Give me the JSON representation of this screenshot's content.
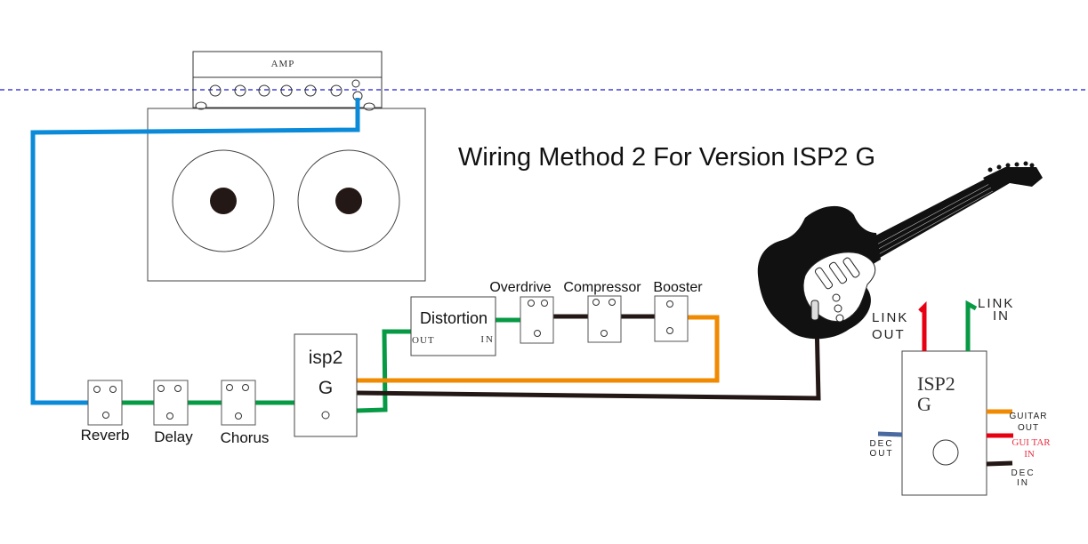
{
  "title": "Wiring Method 2 For Version ISP2 G",
  "amp": {
    "label": "AMP"
  },
  "pedals": {
    "reverb": "Reverb",
    "delay": "Delay",
    "chorus": "Chorus",
    "overdrive": "Overdrive",
    "compressor": "Compressor",
    "booster": "Booster"
  },
  "distortion": {
    "label": "Distortion",
    "out": "OUT",
    "in": "IN"
  },
  "isp2_small": {
    "line1": "isp2",
    "line2": "G"
  },
  "isp2_large": {
    "line1": "ISP2",
    "line2": "G",
    "link_out": [
      "LINK",
      "OUT"
    ],
    "link_in": [
      "LINK",
      "IN"
    ],
    "guitar_out": [
      "GUITAR",
      "OUT"
    ],
    "guitar_in": [
      "GUI TAR",
      "IN"
    ],
    "dec_out": [
      "DEC",
      "OUT"
    ],
    "dec_in": [
      "DEC",
      "IN"
    ]
  },
  "colors": {
    "blue_cable": "#0a8ad8",
    "green_cable": "#079a44",
    "black_cable": "#231815",
    "orange_cable": "#f08a00",
    "red_cable": "#e60012",
    "dec_out_cable": "#4a6aa0",
    "guide_line": "#1a1ad0",
    "guitar_in_text": "#e83040"
  }
}
